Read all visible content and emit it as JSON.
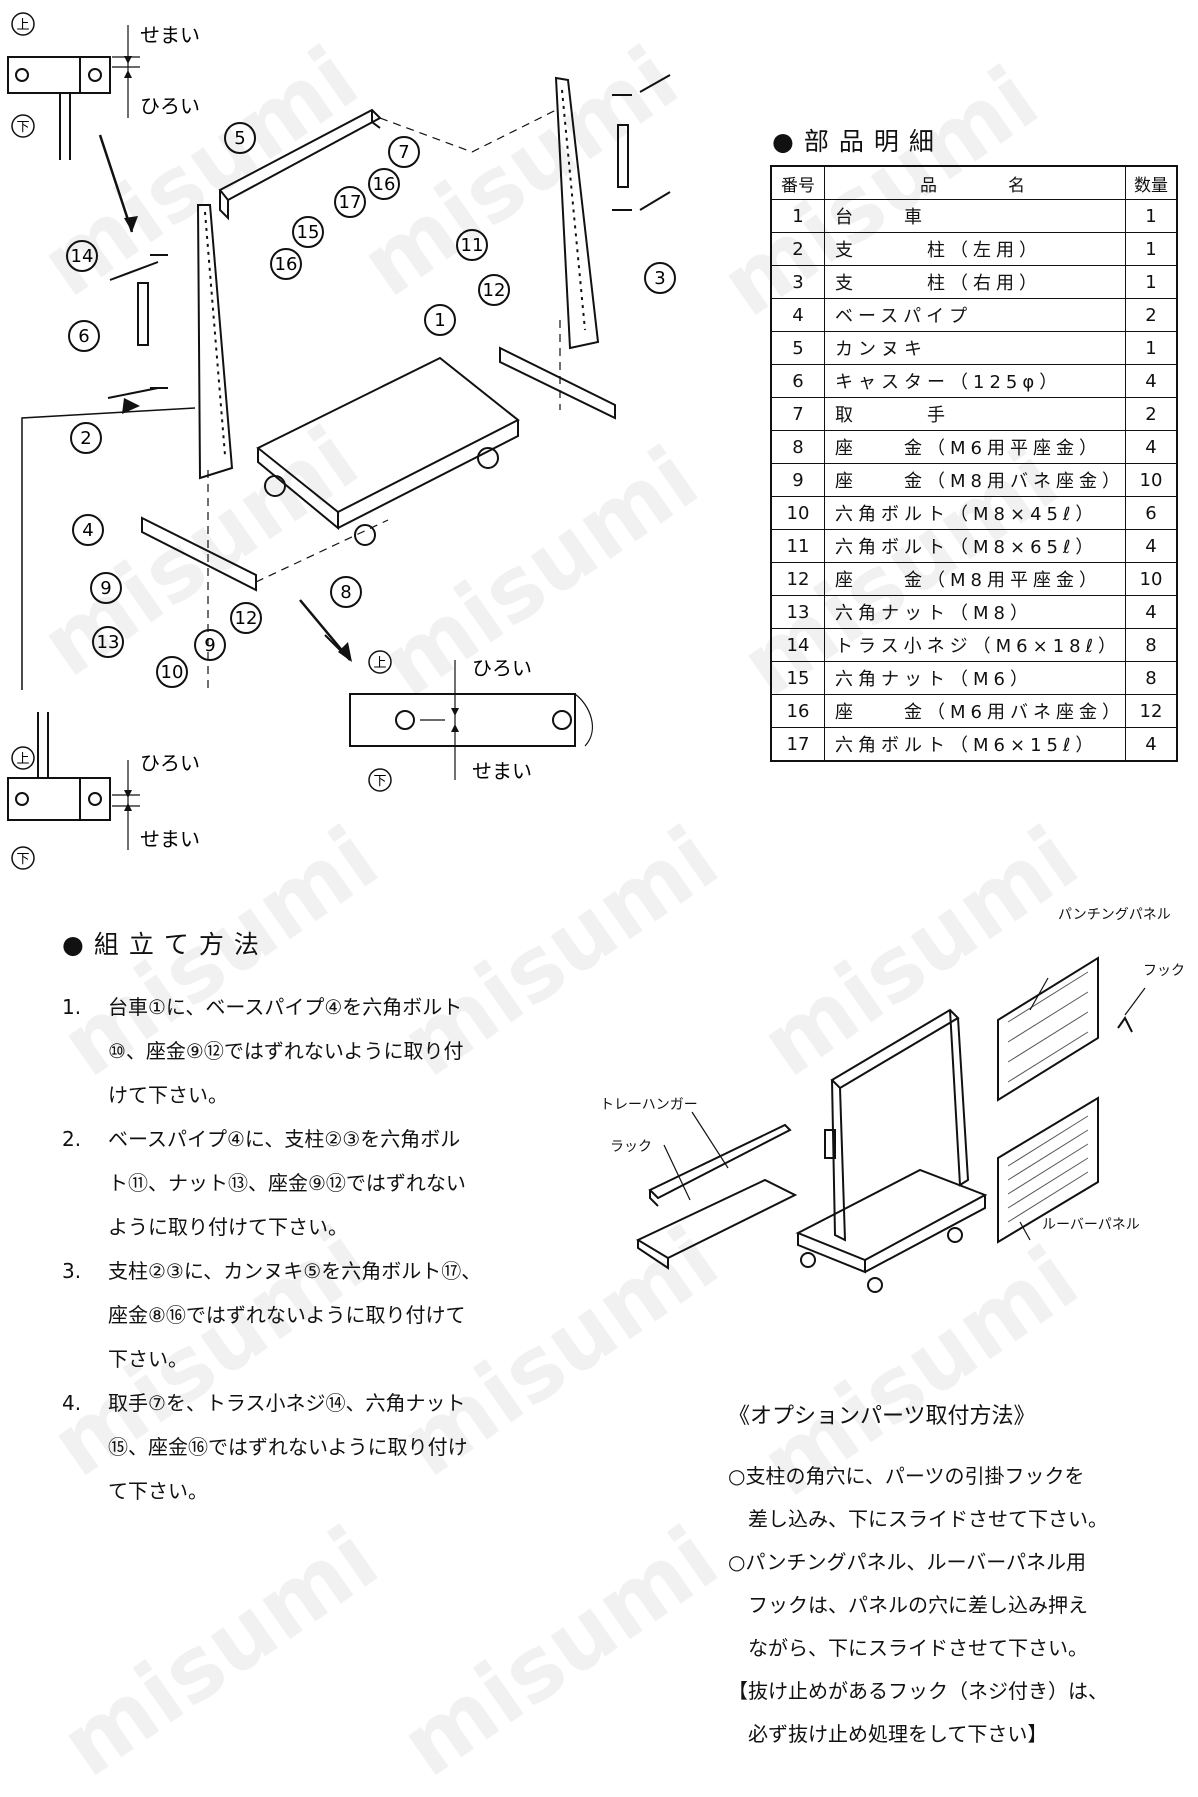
{
  "watermark": "misumi",
  "diagram": {
    "top_label": "上",
    "bottom_label": "下",
    "narrow": "せまい",
    "wide": "ひろい",
    "callouts": [
      "1",
      "2",
      "3",
      "4",
      "5",
      "6",
      "7",
      "8",
      "9",
      "9",
      "10",
      "11",
      "12",
      "12",
      "13",
      "14",
      "15",
      "16",
      "16",
      "17"
    ]
  },
  "parts_list": {
    "title": "●部品明細",
    "headers": [
      "番号",
      "品　　　名",
      "数量"
    ],
    "rows": [
      {
        "no": "1",
        "name": "台　　車",
        "qty": "1"
      },
      {
        "no": "2",
        "name": "支　　　柱（左用）",
        "qty": "1"
      },
      {
        "no": "3",
        "name": "支　　　柱（右用）",
        "qty": "1"
      },
      {
        "no": "4",
        "name": "ベースパイプ",
        "qty": "2"
      },
      {
        "no": "5",
        "name": "カンヌキ",
        "qty": "1"
      },
      {
        "no": "6",
        "name": "キャスター（125φ）",
        "qty": "4"
      },
      {
        "no": "7",
        "name": "取　　　手",
        "qty": "2"
      },
      {
        "no": "8",
        "name": "座　　金（M6用平座金）",
        "qty": "4"
      },
      {
        "no": "9",
        "name": "座　　金（M8用バネ座金）",
        "qty": "10"
      },
      {
        "no": "10",
        "name": "六角ボルト（M8×45ℓ）",
        "qty": "6"
      },
      {
        "no": "11",
        "name": "六角ボルト（M8×65ℓ）",
        "qty": "4"
      },
      {
        "no": "12",
        "name": "座　　金（M8用平座金）",
        "qty": "10"
      },
      {
        "no": "13",
        "name": "六角ナット（M8）",
        "qty": "4"
      },
      {
        "no": "14",
        "name": "トラス小ネジ（M6×18ℓ）",
        "qty": "8"
      },
      {
        "no": "15",
        "name": "六角ナット（M6）",
        "qty": "8"
      },
      {
        "no": "16",
        "name": "座　　金（M6用バネ座金）",
        "qty": "12"
      },
      {
        "no": "17",
        "name": "六角ボルト（M6×15ℓ）",
        "qty": "4"
      }
    ]
  },
  "assembly": {
    "title": "●組立て方法",
    "steps": [
      {
        "num": "1.",
        "lines": [
          "台車①に、ベースパイプ④を六角ボルト",
          "⑩、座金⑨⑫ではずれないように取り付",
          "けて下さい。"
        ]
      },
      {
        "num": "2.",
        "lines": [
          "ベースパイプ④に、支柱②③を六角ボル",
          "ト⑪、ナット⑬、座金⑨⑫ではずれない",
          "ように取り付けて下さい。"
        ]
      },
      {
        "num": "3.",
        "lines": [
          "支柱②③に、カンヌキ⑤を六角ボルト⑰、",
          "座金⑧⑯ではずれないように取り付けて",
          "下さい。"
        ]
      },
      {
        "num": "4.",
        "lines": [
          "取手⑦を、トラス小ネジ⑭、六角ナット",
          "⑮、座金⑯ではずれないように取り付け",
          "て下さい。"
        ]
      }
    ]
  },
  "option_figure": {
    "punching_panel": "パンチングパネル",
    "hook": "フック",
    "tray_hanger": "トレーハンガー",
    "rack": "ラック",
    "louver_panel": "ルーバーパネル"
  },
  "options": {
    "title": "《オプションパーツ取付方法》",
    "lines": [
      "○支柱の角穴に、パーツの引掛フックを",
      "差し込み、下にスライドさせて下さい。",
      "○パンチングパネル、ルーバーパネル用",
      "フックは、パネルの穴に差し込み押え",
      "ながら、下にスライドさせて下さい。",
      "【抜け止めがあるフック（ネジ付き）は、",
      "必ず抜け止め処理をして下さい】"
    ]
  }
}
